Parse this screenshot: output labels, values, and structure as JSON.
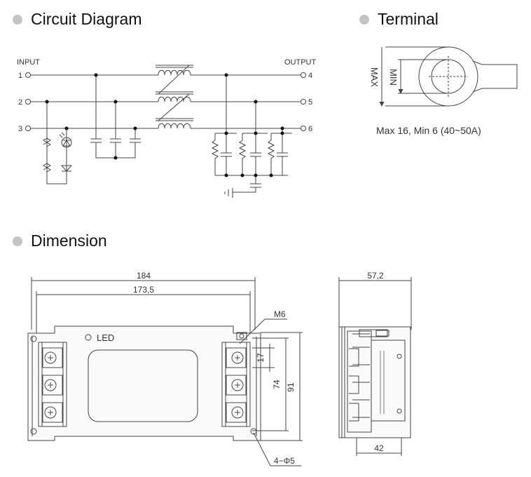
{
  "sections": {
    "circuit": "Circuit Diagram",
    "terminal": "Terminal",
    "dimension": "Dimension"
  },
  "circuit": {
    "input_label": "INPUT",
    "output_label": "OUTPUT",
    "input_pins": [
      "1",
      "2",
      "3"
    ],
    "output_pins": [
      "4",
      "5",
      "6"
    ]
  },
  "terminal": {
    "max_label": "MAX",
    "min_label": "MIN",
    "spec": "Max 16, Min 6 (40~50A)"
  },
  "dimension": {
    "overall_width": "184",
    "inner_width": "173,5",
    "screw_label": "M6",
    "led_label": "LED",
    "pitch": "17",
    "span": "74",
    "height": "91",
    "holes": "4−Φ5",
    "depth": "57,2",
    "base_depth": "42"
  },
  "colors": {
    "section_dot": "#c4c4c4",
    "line": "#444444"
  }
}
